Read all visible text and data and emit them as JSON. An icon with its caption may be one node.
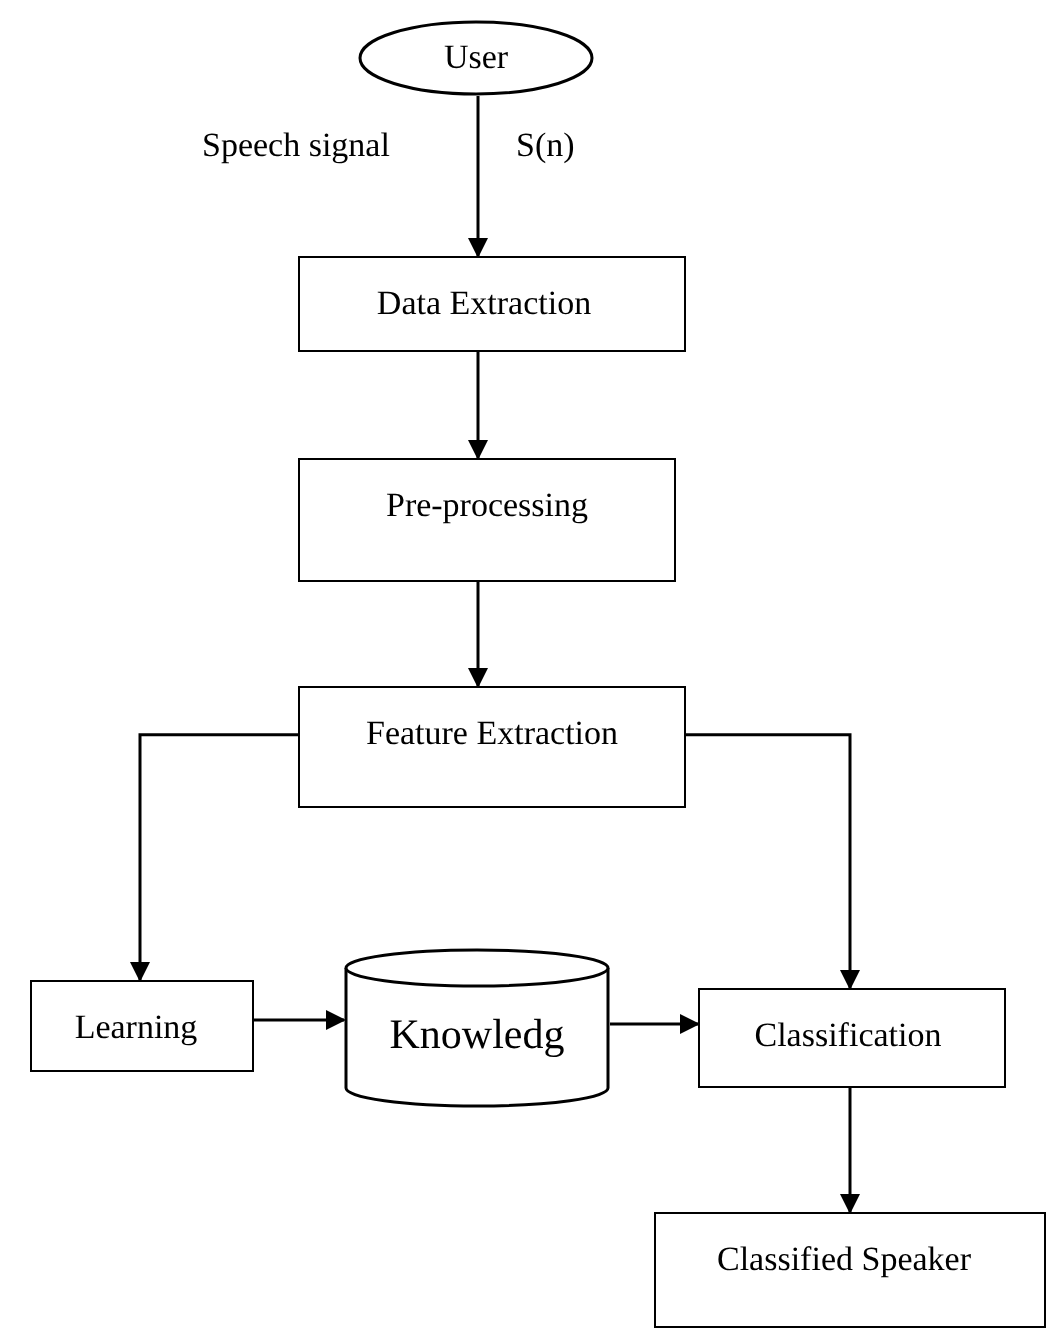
{
  "diagram": {
    "nodes": [
      {
        "text": [
          "User"
        ]
      },
      {
        "text": [
          "Data Extraction"
        ]
      },
      {
        "text": [
          "Pre-processing"
        ]
      },
      {
        "text": [
          "Feature Extraction"
        ]
      },
      {
        "text": [
          "Learning"
        ]
      },
      {
        "text": [
          "Knowledg"
        ]
      },
      {
        "text": [
          "Classification"
        ]
      },
      {
        "text": [
          "Classified Speaker"
        ]
      }
    ],
    "edges": [
      {
        "from": 0,
        "to": 1,
        "arrow": "to"
      },
      {
        "from": 1,
        "to": 2,
        "arrow": "to"
      },
      {
        "from": 2,
        "to": 3,
        "arrow": "to"
      },
      {
        "from": 3,
        "to": 4,
        "arrow": "to"
      },
      {
        "from": 3,
        "to": 6,
        "arrow": "to"
      },
      {
        "from": 4,
        "to": 5,
        "arrow": "to"
      },
      {
        "from": 5,
        "to": 6,
        "arrow": "to"
      },
      {
        "from": 6,
        "to": 7,
        "arrow": "to"
      }
    ],
    "labels": [
      "Speech signal",
      "S(n)"
    ]
  }
}
